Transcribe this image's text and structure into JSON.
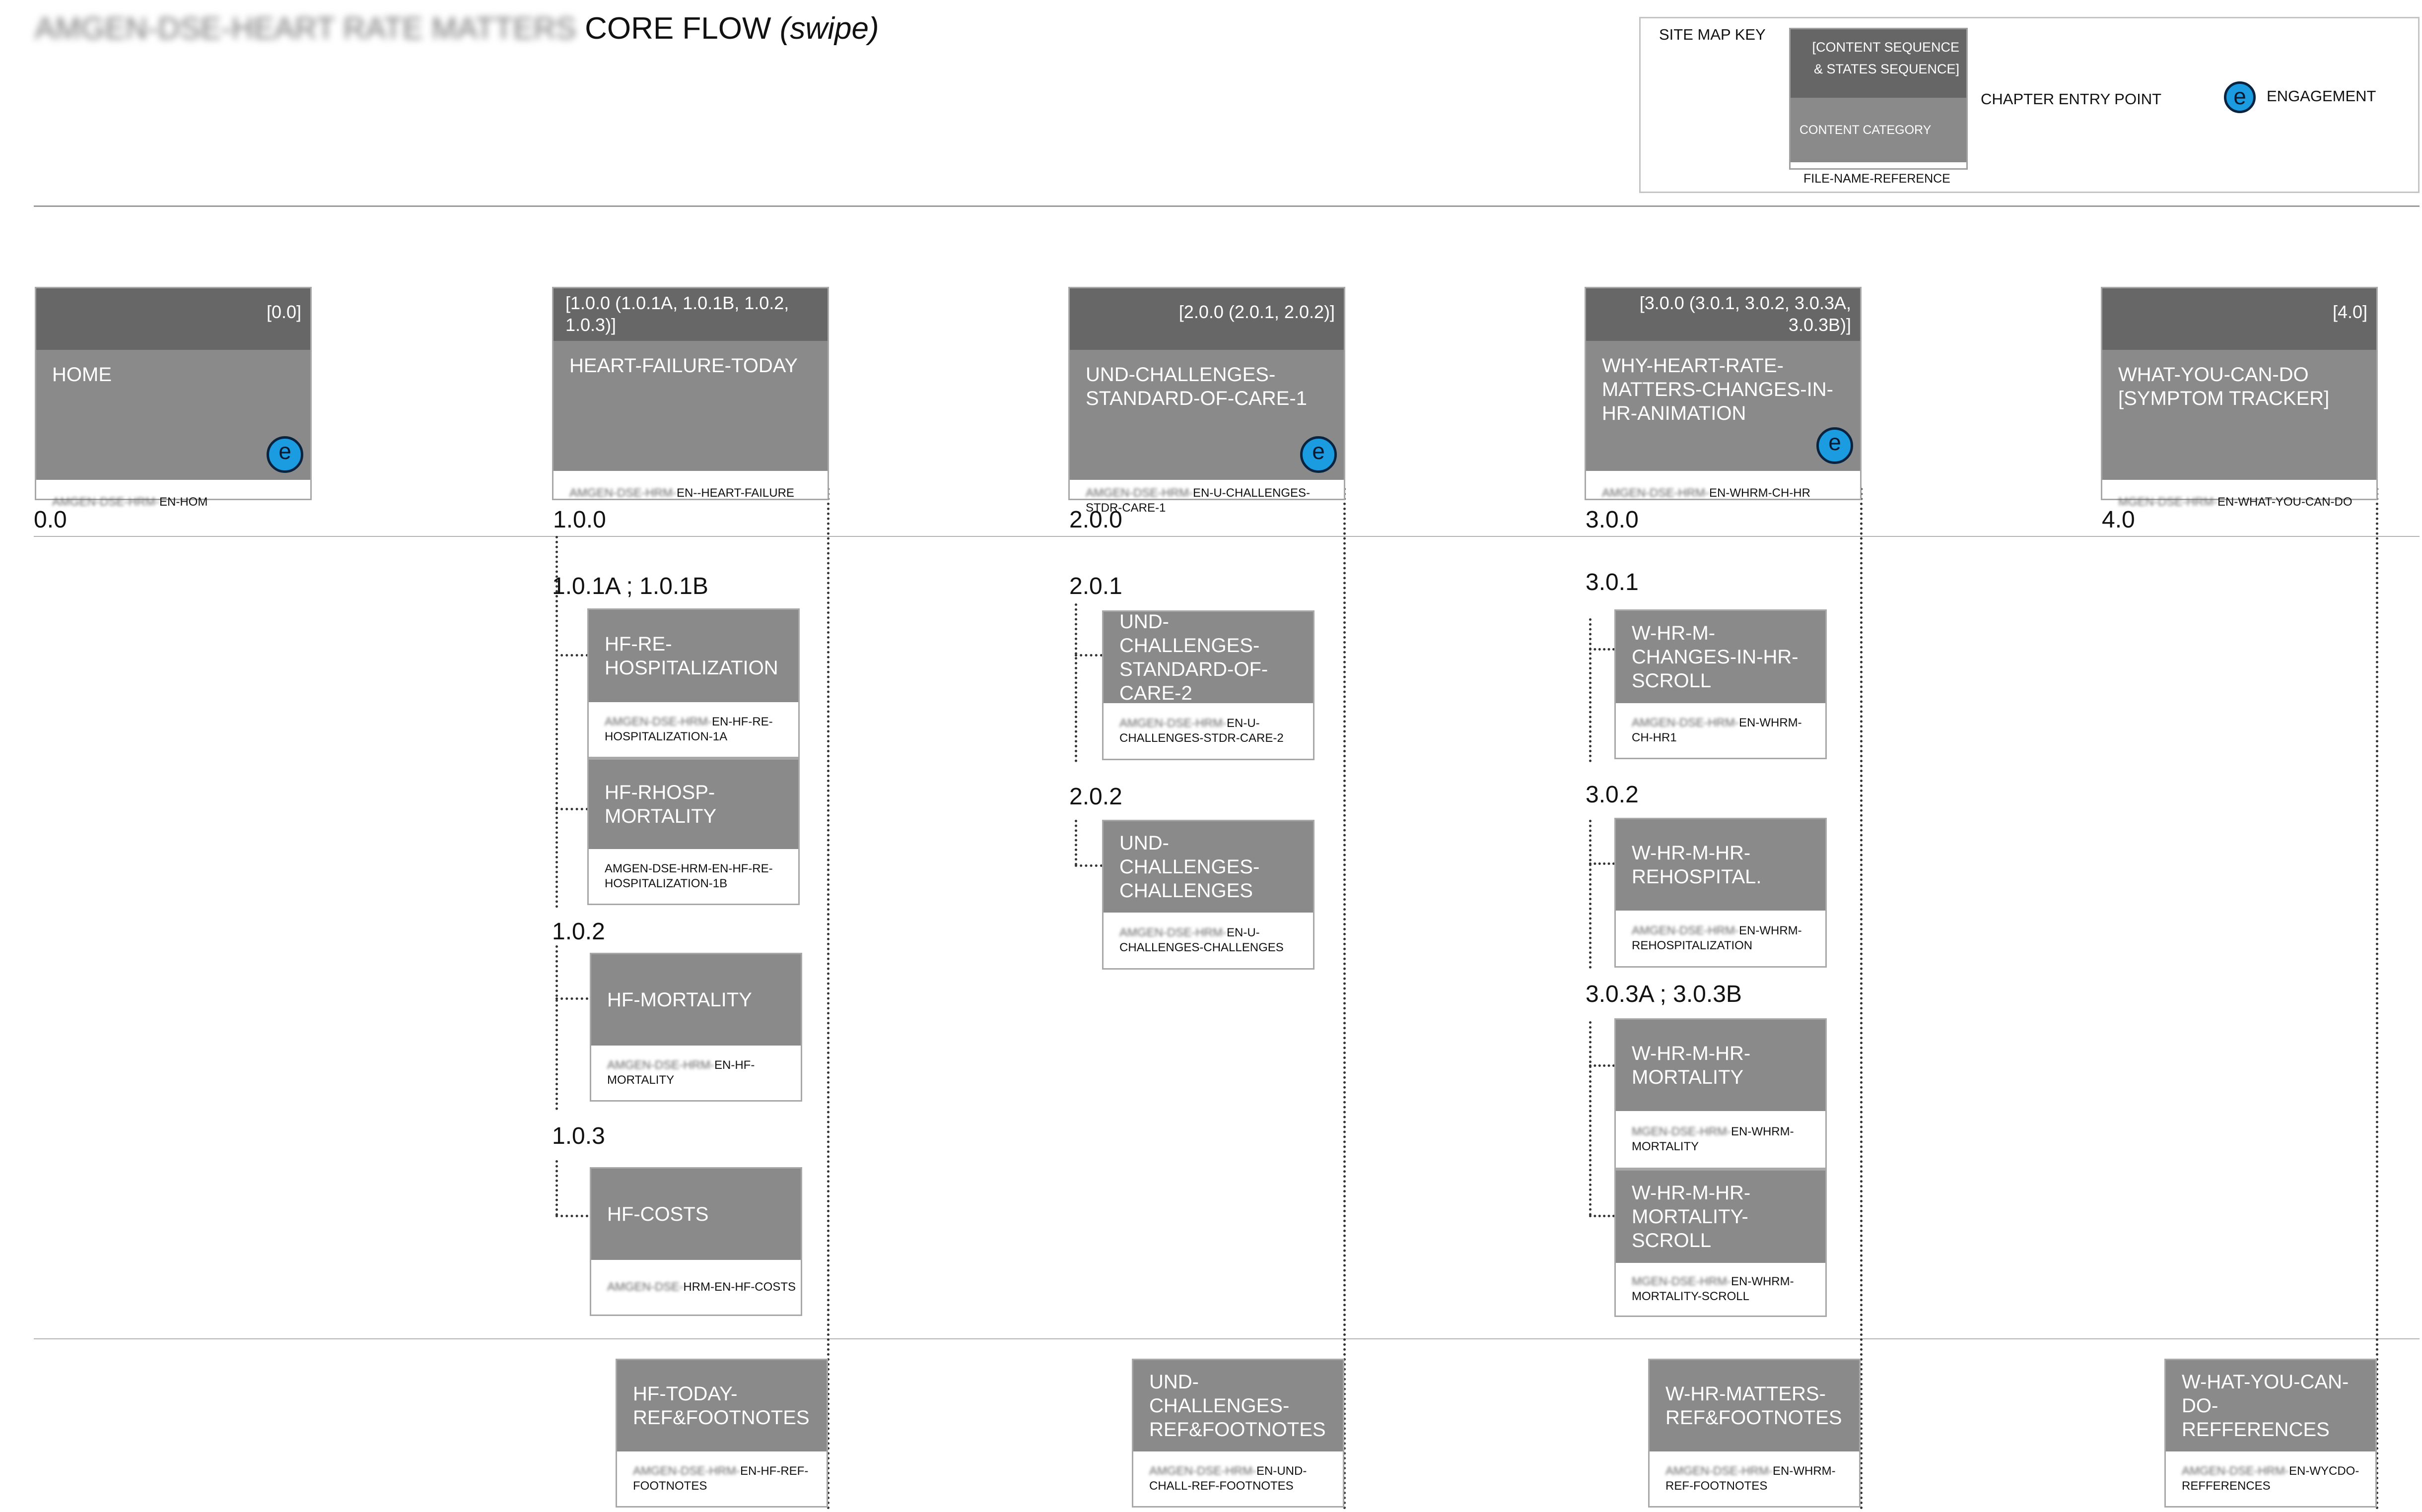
{
  "title": {
    "blurred": "AMGEN-DSE-HEART RATE MATTERS",
    "main": "CORE FLOW",
    "italic": "(swipe)"
  },
  "key": {
    "title": "SITE MAP KEY",
    "sequence_line1": "[CONTENT SEQUENCE",
    "sequence_line2": "& STATES SEQUENCE]",
    "category": "CONTENT CATEGORY",
    "reference": "FILE-NAME-REFERENCE",
    "chapter_entry": "CHAPTER ENTRY POINT",
    "engagement_icon": "e",
    "engagement": "ENGAGEMENT"
  },
  "chapters": [
    {
      "seq": "[0.0]",
      "name": "HOME",
      "engagement": "e",
      "ref_blur": "AMGEN-DSE-HRM-",
      "ref": "EN-HOM",
      "number": "0.0"
    },
    {
      "seq": "[1.0.0 (1.0.1A, 1.0.1B, 1.0.2, 1.0.3)]",
      "name": "HEART-FAILURE-TODAY",
      "ref_blur": "AMGEN-DSE-HRM-",
      "ref": "EN--HEART-FAILURE",
      "number": "1.0.0"
    },
    {
      "seq": "[2.0.0 (2.0.1, 2.0.2)]",
      "name": "UND-CHALLENGES-STANDARD-OF-CARE-1",
      "engagement": "e",
      "ref_blur": "AMGEN-DSE-HRM-",
      "ref": "EN-U-CHALLENGES-STDR-CARE-1",
      "number": "2.0.0"
    },
    {
      "seq": "[3.0.0 (3.0.1, 3.0.2, 3.0.3A, 3.0.3B)]",
      "name": "WHY-HEART-RATE-MATTERS-CHANGES-IN-HR-ANIMATION",
      "engagement": "e",
      "ref_blur": "AMGEN-DSE-HRM-",
      "ref": "EN-WHRM-CH-HR",
      "number": "3.0.0"
    },
    {
      "seq": "[4.0]",
      "name": "WHAT-YOU-CAN-DO [SYMPTOM TRACKER]",
      "ref_blur": "MGEN-DSE-HRM-",
      "ref": "EN-WHAT-YOU-CAN-DO",
      "number": "4.0"
    }
  ],
  "sublabels": {
    "c1": [
      "1.0.1A ; 1.0.1B",
      "1.0.2",
      "1.0.3"
    ],
    "c2": [
      "2.0.1",
      "2.0.2"
    ],
    "c3": [
      "3.0.1",
      "3.0.2",
      "3.0.3A ;  3.0.3B"
    ]
  },
  "subscreens": {
    "c1": [
      {
        "name": "HF-RE-HOSPITALIZATION",
        "ref_blur": "AMGEN-DSE-HRM-",
        "ref": "EN-HF-RE-HOSPITALIZATION-1A"
      },
      {
        "name": "HF-RHOSP-MORTALITY",
        "ref_blur": "",
        "ref": "AMGEN-DSE-HRM-EN-HF-RE-HOSPITALIZATION-1B"
      },
      {
        "name": "HF-MORTALITY",
        "ref_blur": "AMGEN-DSE-HRM-",
        "ref": "EN-HF-MORTALITY"
      },
      {
        "name": "HF-COSTS",
        "ref_blur": "AMGEN-DSE-",
        "ref": "HRM-EN-HF-COSTS"
      }
    ],
    "c2": [
      {
        "name": "UND-CHALLENGES-STANDARD-OF-CARE-2",
        "ref_blur": "AMGEN-DSE-HRM-",
        "ref": "EN-U-CHALLENGES-STDR-CARE-2"
      },
      {
        "name": "UND-CHALLENGES-CHALLENGES",
        "ref_blur": "AMGEN-DSE-HRM-",
        "ref": "EN-U-CHALLENGES-CHALLENGES"
      }
    ],
    "c3": [
      {
        "name": "W-HR-M-CHANGES-IN-HR-SCROLL",
        "ref_blur": "AMGEN-DSE-HRM-",
        "ref": "EN-WHRM-CH-HR1"
      },
      {
        "name": "W-HR-M-HR-REHOSPITAL.",
        "ref_blur": "AMGEN-DSE-HRM-",
        "ref": "EN-WHRM-REHOSPITALIZATION"
      },
      {
        "name": "W-HR-M-HR-MORTALITY",
        "ref_blur": "MGEN-DSE-HRM-",
        "ref": "EN-WHRM-MORTALITY"
      },
      {
        "name": "W-HR-M-HR-MORTALITY-SCROLL",
        "ref_blur": "MGEN-DSE-HRM-",
        "ref": "EN-WHRM-MORTALITY-SCROLL"
      }
    ]
  },
  "footnotes": [
    {
      "name": "HF-TODAY-REF&FOOTNOTES",
      "ref_blur": "AMGEN-DSE-HRM-",
      "ref": "EN-HF-REF-FOOTNOTES"
    },
    {
      "name": "UND-CHALLENGES-REF&FOOTNOTES",
      "ref_blur": "AMGEN-DSE-HRM-",
      "ref": "EN-UND-CHALL-REF-FOOTNOTES"
    },
    {
      "name": "W-HR-MATTERS-REF&FOOTNOTES",
      "ref_blur": "AMGEN-DSE-HRM-",
      "ref": "EN-WHRM-REF-FOOTNOTES"
    },
    {
      "name": "W-HAT-YOU-CAN-DO-REFFERENCES",
      "ref_blur": "AMGEN-DSE-HRM-",
      "ref": "EN-WYCDO-REFFERENCES"
    }
  ],
  "colors": {
    "header_gray": "#676767",
    "category_gray": "#8a8a8a",
    "engagement_blue": "#1b9be0"
  }
}
